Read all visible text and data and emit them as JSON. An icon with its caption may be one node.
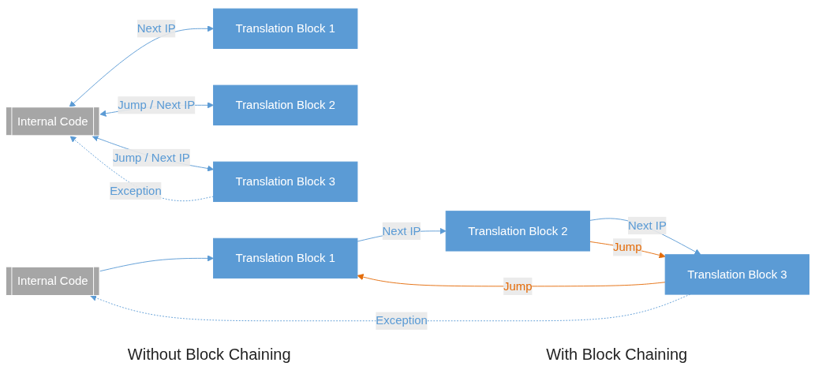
{
  "diagram": {
    "nodes": [
      {
        "text": [
          "Internal Code"
        ]
      },
      {
        "text": [
          "Translation Block 1"
        ]
      },
      {
        "text": [
          "Translation Block 2"
        ]
      },
      {
        "text": [
          "Translation Block 3"
        ]
      },
      {
        "text": [
          "Internal Code"
        ]
      },
      {
        "text": [
          "Translation Block 1"
        ]
      },
      {
        "text": [
          "Translation Block 2"
        ]
      },
      {
        "text": [
          "Translation Block 3"
        ]
      }
    ],
    "edges": [
      {
        "from": 0,
        "to": 1,
        "arrow": "both",
        "label": "Next IP"
      },
      {
        "from": 0,
        "to": 2,
        "arrow": "both",
        "label": "Jump / Next IP"
      },
      {
        "from": 0,
        "to": 3,
        "arrow": "both",
        "label": "Jump / Next IP"
      },
      {
        "from": 3,
        "to": 0,
        "arrow": "to",
        "label": "Exception",
        "style": "dashed"
      },
      {
        "from": 4,
        "to": 5,
        "arrow": "to"
      },
      {
        "from": 5,
        "to": 6,
        "arrow": "to",
        "label": "Next IP"
      },
      {
        "from": 6,
        "to": 7,
        "arrow": "to",
        "label": "Next IP"
      },
      {
        "from": 6,
        "to": 7,
        "arrow": "to",
        "label": "Jump",
        "color": "#e46c0a"
      },
      {
        "from": 7,
        "to": 5,
        "arrow": "to",
        "label": "Jump",
        "color": "#e46c0a"
      },
      {
        "from": 7,
        "to": 4,
        "arrow": "to",
        "label": "Exception",
        "style": "dashed"
      }
    ],
    "labels": [
      "Without Block Chaining",
      "With Block Chaining"
    ]
  }
}
